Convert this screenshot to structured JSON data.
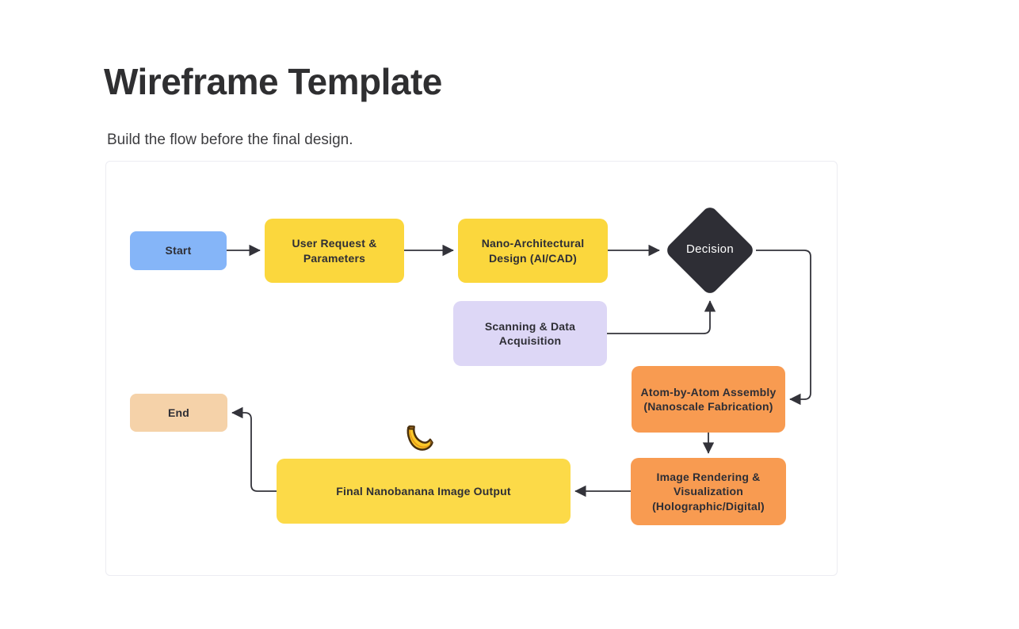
{
  "page": {
    "title": "Wireframe Template",
    "subtitle": "Build the flow before the final design."
  },
  "flowchart": {
    "nodes": [
      {
        "id": "start",
        "label": "Start",
        "shape": "rounded-rect",
        "color": "#85b5f8"
      },
      {
        "id": "user-request",
        "label": "User Request & Parameters",
        "shape": "rounded-rect",
        "color": "#fbd73d"
      },
      {
        "id": "nano-design",
        "label": "Nano-Architectural Design (AI/CAD)",
        "shape": "rounded-rect",
        "color": "#fbd73d"
      },
      {
        "id": "decision",
        "label": "Decision",
        "shape": "diamond",
        "color": "#2e2e35"
      },
      {
        "id": "scanning",
        "label": "Scanning & Data Acquisition",
        "shape": "rounded-rect",
        "color": "#ddd7f6"
      },
      {
        "id": "assembly",
        "label": "Atom-by-Atom Assembly (Nanoscale Fabrication)",
        "shape": "rounded-rect",
        "color": "#f89b51"
      },
      {
        "id": "rendering",
        "label": "Image Rendering & Visualization (Holographic/Digital)",
        "shape": "rounded-rect",
        "color": "#f89b51"
      },
      {
        "id": "final-output",
        "label": "Final Nanobanana Image Output",
        "shape": "rounded-rect",
        "color": "#fcda48"
      },
      {
        "id": "end",
        "label": "End",
        "shape": "rounded-rect",
        "color": "#f5d2a9"
      }
    ],
    "edges": [
      {
        "from": "start",
        "to": "user-request"
      },
      {
        "from": "user-request",
        "to": "nano-design"
      },
      {
        "from": "nano-design",
        "to": "decision"
      },
      {
        "from": "scanning",
        "to": "decision"
      },
      {
        "from": "decision",
        "to": "assembly"
      },
      {
        "from": "assembly",
        "to": "rendering"
      },
      {
        "from": "rendering",
        "to": "final-output"
      },
      {
        "from": "final-output",
        "to": "end"
      }
    ],
    "decoration": {
      "icon": "banana-emoji"
    },
    "colors": {
      "edge": "#33333a",
      "node_text": "#2e2e35",
      "decision_text": "#ffffff",
      "canvas_border": "#ececf2",
      "title_text": "#2f2f31"
    }
  }
}
